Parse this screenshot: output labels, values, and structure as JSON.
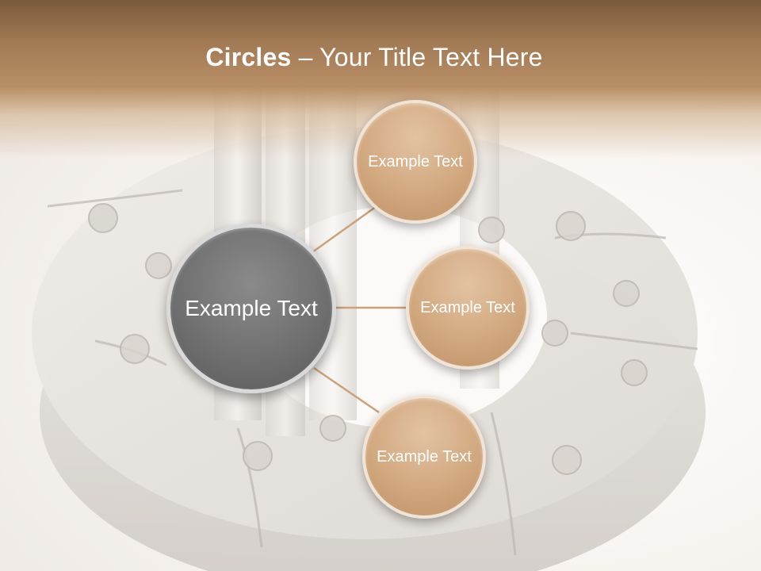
{
  "slide": {
    "title_bold": "Circles",
    "title_separator": " – ",
    "title_rest": "Your Title Text Here"
  },
  "center_circle": {
    "label": "Example Text"
  },
  "satellite_circles": [
    {
      "label": "Example Text"
    },
    {
      "label": "Example Text"
    },
    {
      "label": "Example Text"
    }
  ],
  "colors": {
    "header_band": "#a07852",
    "center_circle_fill": "#707070",
    "satellite_circle_fill": "#d2a87f",
    "connector_line": "#c9a27c",
    "title_text": "#ffffff"
  }
}
